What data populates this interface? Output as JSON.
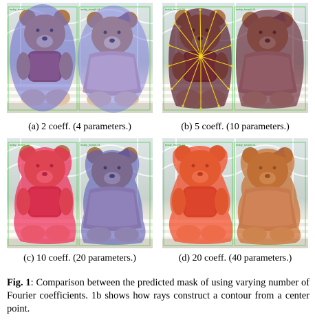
{
  "panels": [
    {
      "id": "a",
      "caption": "(a) 2 coeff. (4 parameters.)",
      "tags": [
        "teddy_bear|0.91",
        "teddy_bear|0.91"
      ]
    },
    {
      "id": "b",
      "caption": "(b) 5 coeff. (10 parameters.)",
      "tags": [
        "teddy_bear|0.75",
        "teddy_bear|0.91"
      ]
    },
    {
      "id": "c",
      "caption": "(c) 10 coeff. (20 parameters.)",
      "tags": [
        "teddy_bear|0.72",
        "teddy_bear|0.91"
      ]
    },
    {
      "id": "d",
      "caption": "(d) 20 coeff. (40 parameters.)",
      "tags": [
        "teddy_bear|0.75",
        "teddy_bear|0.91"
      ]
    }
  ],
  "figure_caption": {
    "label": "Fig. 1",
    "text": ":  Comparison between the predicted mask of using varying number of Fourier coefficients.  1b shows how rays construct a contour from a center point."
  },
  "colors": {
    "mask_a_left": "#6a6ad2",
    "mask_a_right": "#7a7ae0",
    "mask_b": "#6b2e3c",
    "mask_c_left": "#ef2a55",
    "mask_c_right": "#5a5ab8",
    "mask_d_left": "#f24a26",
    "mask_d_right": "#c86a2a",
    "rays": "#f2d21a",
    "bbox": "#3cc83c"
  }
}
